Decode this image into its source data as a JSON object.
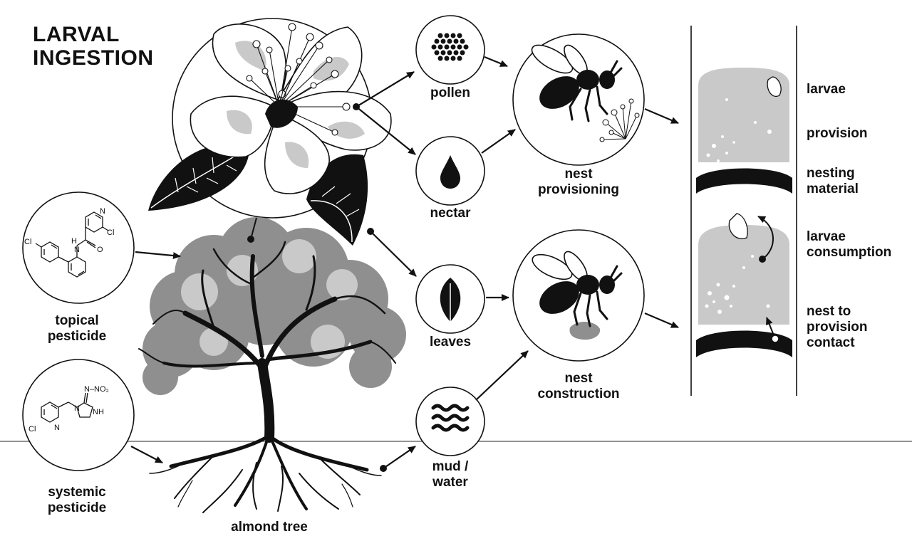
{
  "title": "LARVAL\nINGESTION",
  "sources": {
    "topical": "topical\npesticide",
    "systemic": "systemic\npesticide"
  },
  "tree_label": "almond tree",
  "resources": {
    "pollen": "pollen",
    "nectar": "nectar",
    "leaves": "leaves",
    "mud_water": "mud /\nwater"
  },
  "activities": {
    "provisioning": "nest\nprovisioning",
    "construction": "nest\nconstruction"
  },
  "nest_labels": {
    "larvae": "larvae",
    "provision": "provision",
    "nesting_material": "nesting\nmaterial",
    "larvae_consumption": "larvae\nconsumption",
    "contact": "nest to\nprovision\ncontact"
  },
  "molecules": {
    "boscalid": {
      "cl1": "Cl",
      "cl2": "Cl",
      "h": "H",
      "n": "N",
      "o": "O",
      "n_ring": "N"
    },
    "imidacloprid": {
      "no2": "N–NO₂",
      "cl": "Cl",
      "n1": "N",
      "nh": "NH",
      "n_ring": "N"
    }
  },
  "colors": {
    "ink": "#111111",
    "gray": "#c9c9c9",
    "gray_dark": "#8f8f8f",
    "ground": "#555555"
  }
}
